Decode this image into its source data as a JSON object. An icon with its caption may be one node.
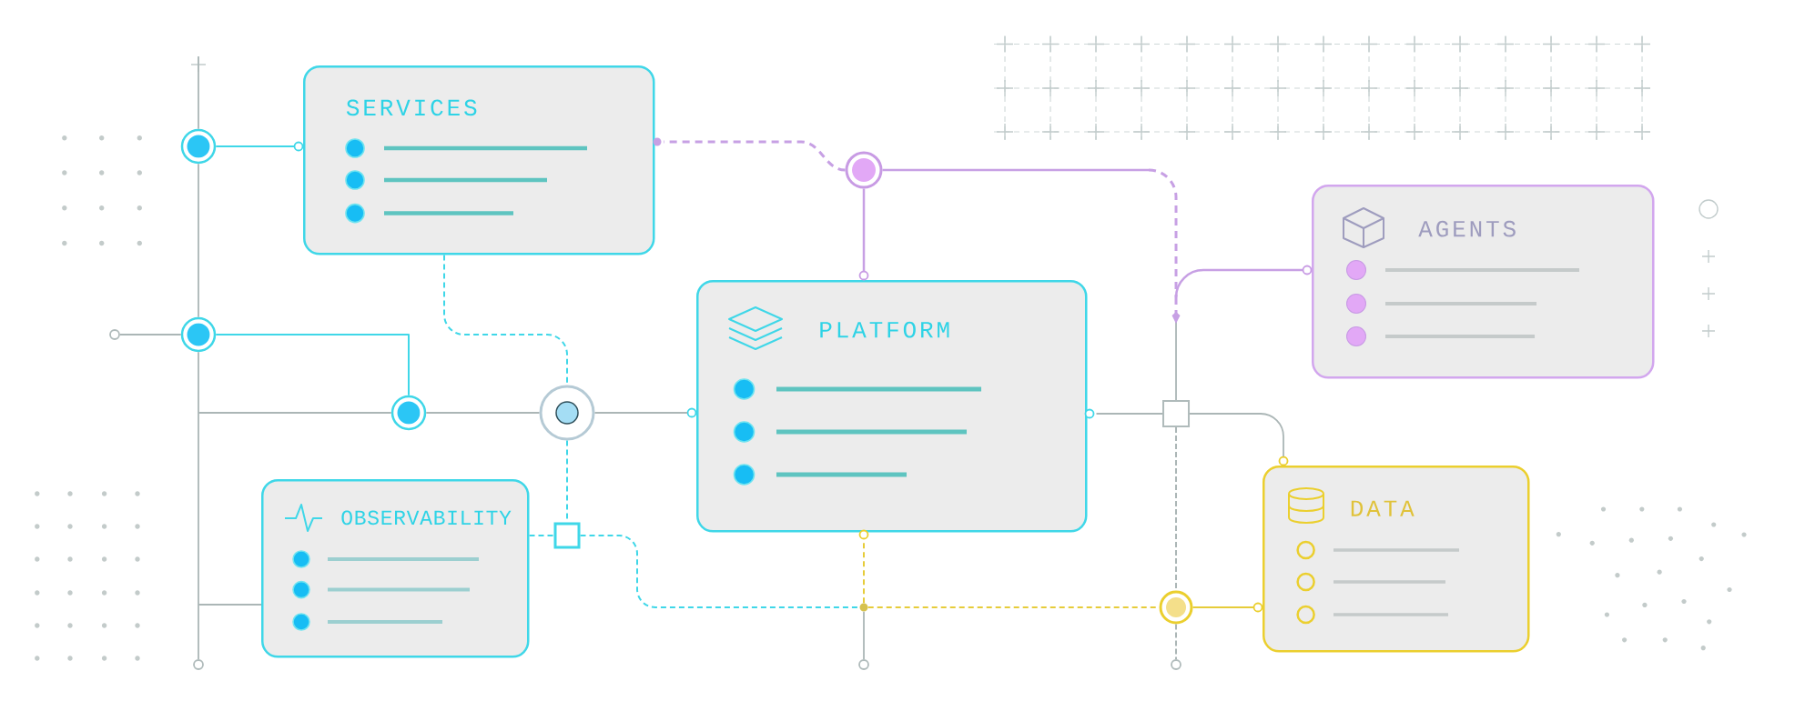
{
  "diagram": {
    "nodes": [
      {
        "text": [
          "SERVICES"
        ]
      },
      {
        "text": [
          "AGENTS"
        ]
      },
      {
        "text": [
          "PLATFORM"
        ]
      },
      {
        "text": [
          "DATA"
        ]
      },
      {
        "text": [
          "OBSERVABILITY"
        ]
      },
      {
        "text": [],
        "shape": "circle"
      },
      {
        "text": [],
        "shape": "circle"
      },
      {
        "text": [],
        "shape": "circle"
      },
      {
        "text": [],
        "shape": "circle"
      },
      {
        "text": [],
        "shape": "circle"
      },
      {
        "text": [],
        "shape": "box"
      },
      {
        "text": [],
        "shape": "box"
      },
      {
        "text": [],
        "shape": "circle"
      },
      {
        "text": [],
        "shape": "circle"
      },
      {
        "text": [],
        "shape": "circle"
      },
      {
        "text": [],
        "shape": "circle"
      },
      {
        "text": [],
        "shape": "circle"
      },
      {
        "text": [],
        "shape": "circle"
      }
    ],
    "edges": [
      {
        "from": 5,
        "to": 0,
        "arrow": "none",
        "color": "#3fd7e8"
      },
      {
        "from": 6,
        "to": 7,
        "arrow": "none",
        "color": "#3fd7e8"
      },
      {
        "from": null,
        "to": 5,
        "arrow": "none"
      },
      {
        "from": 5,
        "to": 6,
        "arrow": "none"
      },
      {
        "from": 6,
        "to": 15,
        "arrow": "none"
      },
      {
        "from": 6,
        "to": 14,
        "arrow": "none"
      },
      {
        "from": null,
        "to": 7,
        "arrow": "none"
      },
      {
        "from": 7,
        "to": 8,
        "arrow": "none"
      },
      {
        "from": 8,
        "to": 2,
        "arrow": "none"
      },
      {
        "from": null,
        "to": 4,
        "arrow": "none"
      },
      {
        "from": 0,
        "to": 8,
        "arrow": "none",
        "style": "dashed",
        "color": "#3fd7e8"
      },
      {
        "from": 8,
        "to": 10,
        "arrow": "none",
        "style": "dashed",
        "color": "#3fd7e8"
      },
      {
        "from": 4,
        "to": 10,
        "arrow": "none",
        "style": "dashed",
        "color": "#3fd7e8"
      },
      {
        "from": 10,
        "to": 13,
        "arrow": "none",
        "style": "dashed",
        "color": "#3fd7e8"
      },
      {
        "from": 13,
        "to": 2,
        "arrow": "none",
        "style": "dashed",
        "color": "#e6cc3a"
      },
      {
        "from": 13,
        "to": 12,
        "arrow": "none",
        "style": "dashed",
        "color": "#e6cc3a"
      },
      {
        "from": 12,
        "to": 3,
        "arrow": "none",
        "color": "#e6cc3a"
      },
      {
        "from": 13,
        "to": 16,
        "arrow": "none"
      },
      {
        "from": 9,
        "to": 0,
        "arrow": "none",
        "style": "dashed",
        "color": "#c7a0e4"
      },
      {
        "from": 9,
        "to": 2,
        "arrow": "none",
        "color": "#c7a0e4"
      },
      {
        "from": 9,
        "to": 11,
        "arrow": "to",
        "color": "#c7a0e4"
      },
      {
        "from": 9,
        "to": 1,
        "arrow": "none",
        "color": "#c7a0e4"
      },
      {
        "from": 11,
        "to": 2,
        "arrow": "none"
      },
      {
        "from": 11,
        "to": 3,
        "arrow": "none"
      },
      {
        "from": 11,
        "to": 12,
        "arrow": "none",
        "style": "dashed"
      },
      {
        "from": 12,
        "to": 17,
        "arrow": "none",
        "style": "dashed"
      }
    ]
  }
}
